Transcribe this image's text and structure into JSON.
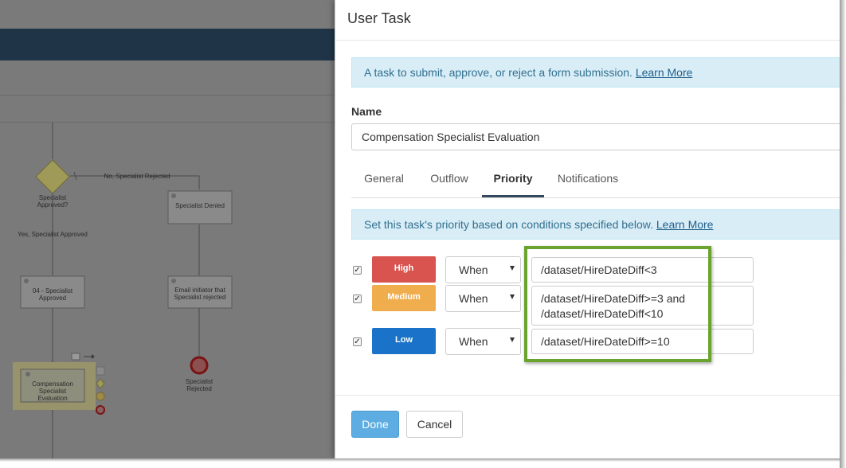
{
  "canvas": {
    "labels": {
      "gateway": "Specialist Approved?",
      "no_branch": "No, Specialist Rejected",
      "yes_branch": "Yes, Specialist Approved",
      "specialist_denied": "Specialist Denied",
      "approved": "04 - Specialist Approved",
      "email": "Email initiator that Specialist rejected",
      "comp_eval": "Compensation Specialist Evaluation",
      "rejected": "Specialist Rejected"
    }
  },
  "dialog": {
    "title": "User Task",
    "info": {
      "text": "A task to submit, approve, or reject a form submission. ",
      "link": "Learn More"
    },
    "name_label": "Name",
    "name_value": "Compensation Specialist Evaluation",
    "tabs": [
      {
        "label": "General",
        "active": false
      },
      {
        "label": "Outflow",
        "active": false
      },
      {
        "label": "Priority",
        "active": true
      },
      {
        "label": "Notifications",
        "active": false
      }
    ],
    "priority_info": {
      "text": "Set this task's priority based on conditions specified below. ",
      "link": "Learn More"
    },
    "rows": [
      {
        "checked": true,
        "priority": "High",
        "operator": "When",
        "condition_lines": [
          "/dataset/HireDateDiff<3"
        ],
        "color": "#d9534f"
      },
      {
        "checked": true,
        "priority": "Medium",
        "operator": "When",
        "condition_lines": [
          "/dataset/HireDateDiff>=3 and",
          "/dataset/HireDateDiff<10"
        ],
        "color": "#f0ad4e"
      },
      {
        "checked": true,
        "priority": "Low",
        "operator": "When",
        "condition_lines": [
          "/dataset/HireDateDiff>=10"
        ],
        "color": "#1a73c8"
      }
    ],
    "buttons": {
      "done": "Done",
      "cancel": "Cancel"
    }
  },
  "colors": {
    "highlight_border": "#6aa42f",
    "header_bar": "#1f3547",
    "info_bg": "#d9edf7",
    "done_button": "#5dade2"
  }
}
